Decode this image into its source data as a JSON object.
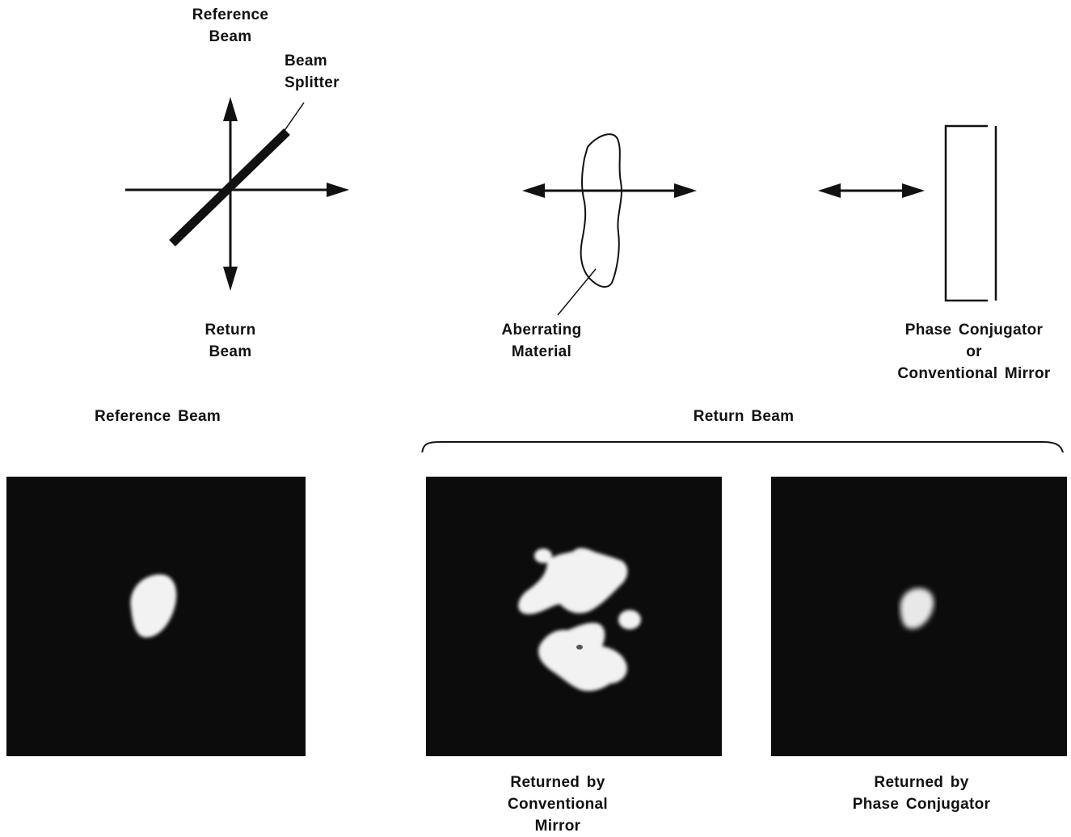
{
  "top_diagram": {
    "reference_beam_label": "Reference\nBeam",
    "beam_splitter_label": "Beam\nSplitter",
    "return_beam_label": "Return\nBeam",
    "aberrating_material_label": "Aberrating\nMaterial",
    "mirror_label": "Phase Conjugator\nor\nConventional Mirror"
  },
  "bottom_photos": {
    "reference_heading": "Reference Beam",
    "return_heading": "Return Beam",
    "caption_conventional": "Returned by\nConventional\nMirror",
    "caption_conjugator": "Returned by\nPhase Conjugator"
  },
  "colors": {
    "ink": "#111111",
    "photo_background": "#0c0c0c",
    "spot": "#f2f2f2"
  }
}
